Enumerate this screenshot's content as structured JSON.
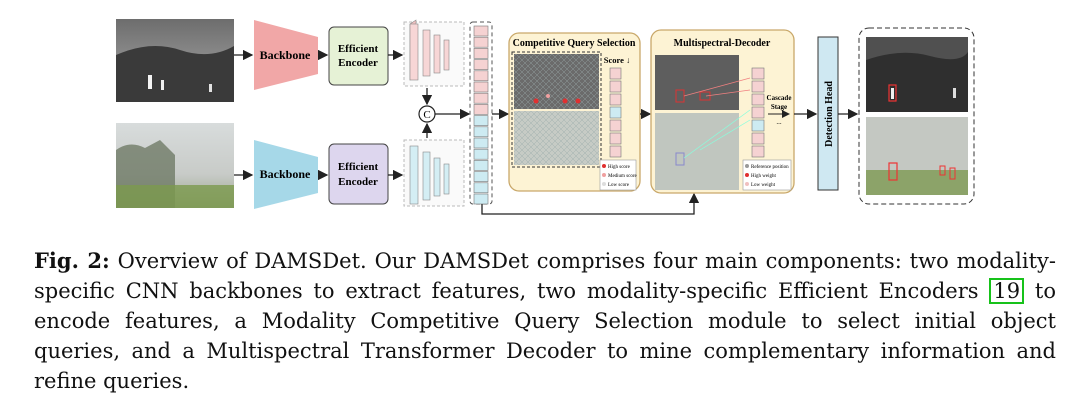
{
  "figure": {
    "backbone_label": "Backbone",
    "encoder_line1": "Efficient",
    "encoder_line2": "Encoder",
    "concat_symbol": "C",
    "cqs_title": "Competitive Query Selection",
    "score_label": "Score ↓",
    "legend_high": "High score",
    "legend_medium": "Medium score",
    "legend_low": "Low score",
    "decoder_title": "Multispectral-Decoder",
    "cascade_line1": "Cascade",
    "cascade_line2": "Stage",
    "ellipsis": "...",
    "legend_ref": "Reference position",
    "legend_high_weight": "High weight",
    "legend_low_weight": "Low weight",
    "detection_head": "Detection Head",
    "colors": {
      "backbone_top": "#f1a7a7",
      "backbone_bottom": "#a6d8e8",
      "encoder_top": "#e6f2d6",
      "encoder_bottom": "#ddd6ee",
      "panel_fill": "#fdf3d4",
      "panel_border": "#c9a86a",
      "token_pink": "#f5d2d2",
      "token_blue": "#cdebf2",
      "detection_head": "#cfe8f2"
    }
  },
  "caption": {
    "label": "Fig. 2:",
    "text_before_ref": " Overview of DAMSDet. Our DAMSDet comprises four main components: two modality-specific CNN backbones to extract features, two modality-specific Efficient Encoders ",
    "ref": "19",
    "text_after_ref": " to encode features, a Modality Competitive Query Selection module to select initial object queries, and a Multispectral Transformer Decoder to mine complementary information and refine queries."
  }
}
